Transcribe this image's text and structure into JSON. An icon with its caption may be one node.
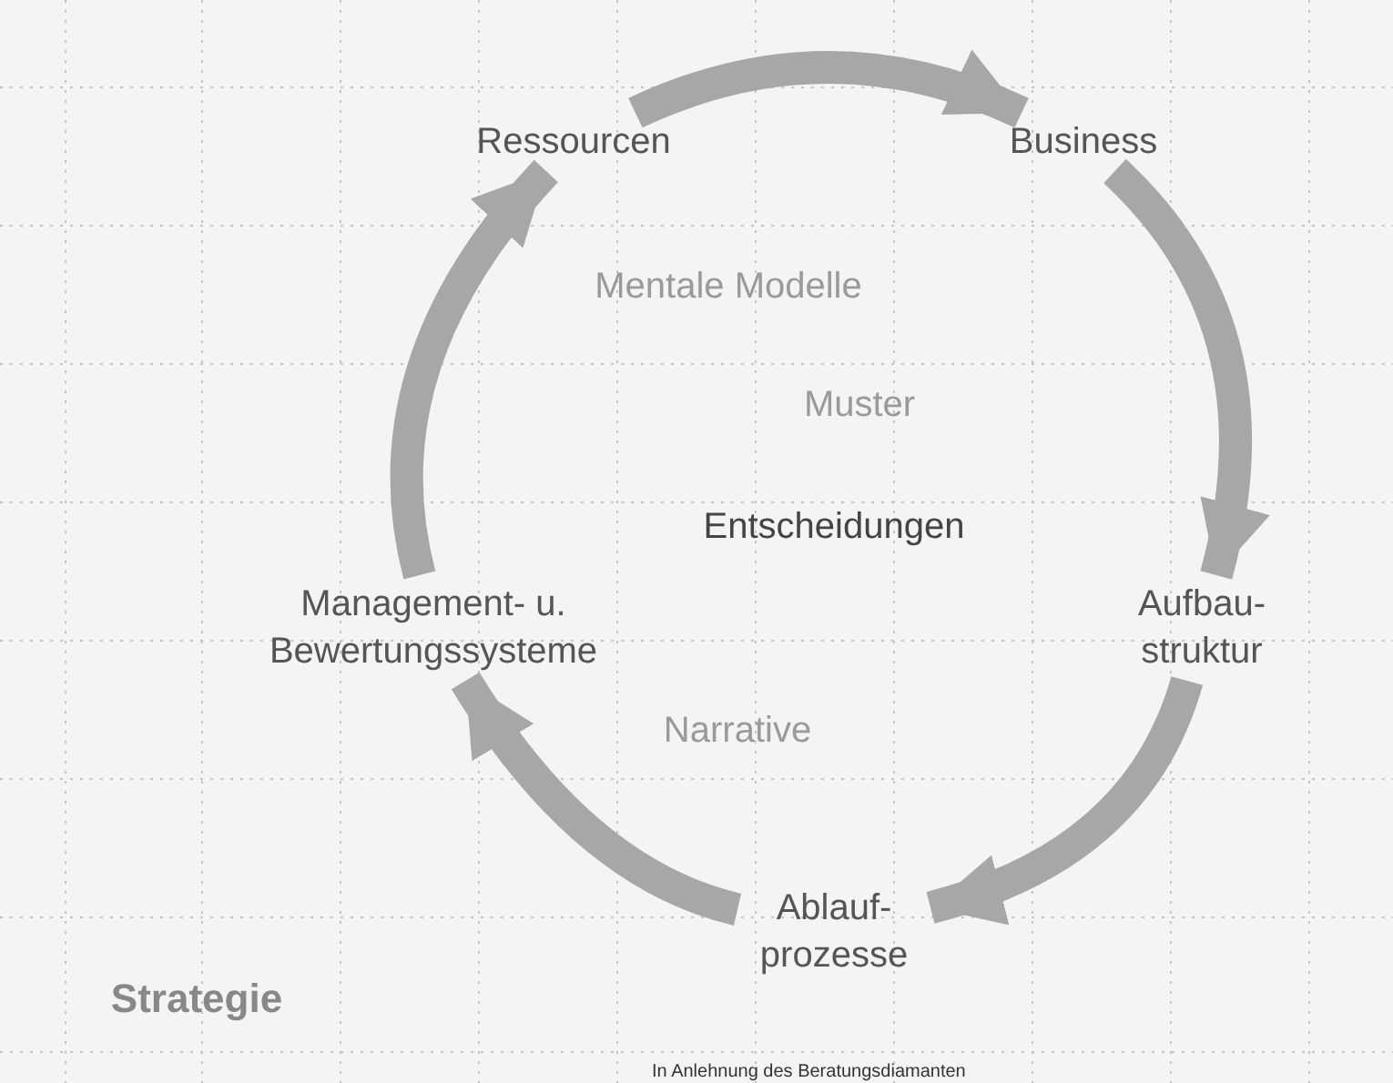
{
  "diagram": {
    "nodes": [
      {
        "text": [
          "Ressourcen"
        ]
      },
      {
        "text": [
          "Business"
        ]
      },
      {
        "text": [
          "Aufbau- struktur"
        ]
      },
      {
        "text": [
          "Ablauf- prozesse"
        ]
      },
      {
        "text": [
          "Management- u. Bewertungssysteme"
        ]
      }
    ],
    "edges": [
      {
        "from": 0,
        "to": 1,
        "arrow": "to"
      },
      {
        "from": 1,
        "to": 2,
        "arrow": "to"
      },
      {
        "from": 2,
        "to": 3,
        "arrow": "to"
      },
      {
        "from": 3,
        "to": 4,
        "arrow": "to"
      },
      {
        "from": 4,
        "to": 0,
        "arrow": "to"
      }
    ],
    "labels": [
      "Mentale Modelle",
      "Muster",
      "Entscheidungen",
      "Narrative",
      "Strategie",
      "In Anlehnung des Beratungsdiamanten"
    ]
  }
}
